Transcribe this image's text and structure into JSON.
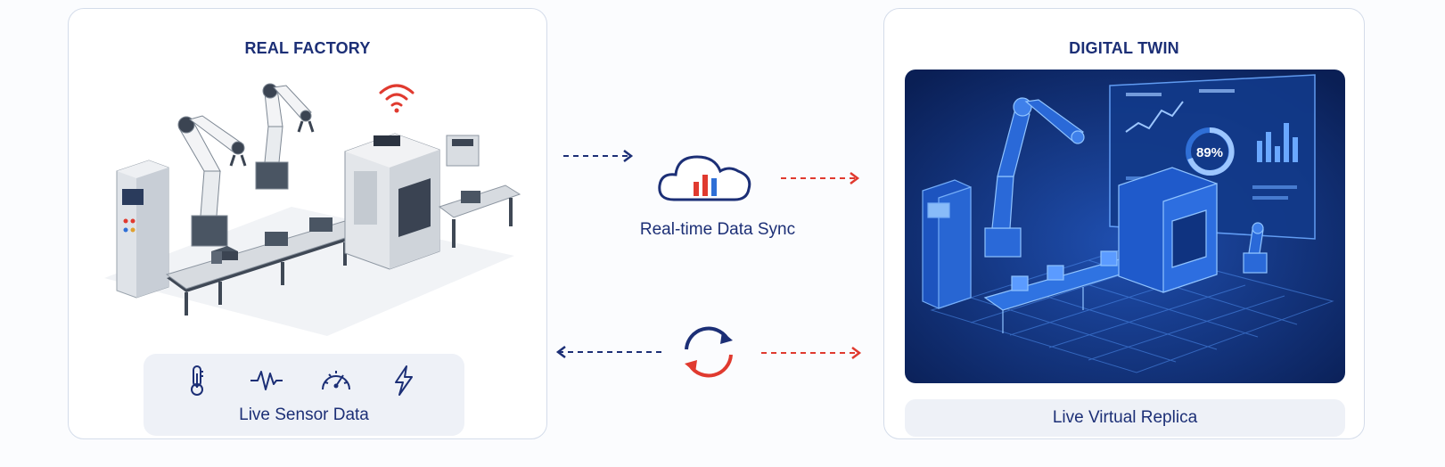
{
  "left_panel": {
    "title": "REAL FACTORY",
    "sensor_label": "Live Sensor Data",
    "sensor_icons": [
      "thermometer-icon",
      "pulse-icon",
      "gauge-icon",
      "lightning-icon"
    ]
  },
  "center": {
    "sync_label": "Real-time Data Sync",
    "icons": [
      "cloud-chart-icon",
      "sync-arrows-icon"
    ]
  },
  "right_panel": {
    "title": "DIGITAL TWIN",
    "replica_label": "Live Virtual Replica",
    "dashboard_value": "89%"
  },
  "colors": {
    "navy": "#1c2f76",
    "accent_red": "#e03a2f",
    "accent_blue": "#2f6fd6",
    "twin_bg": "#0c2a6a"
  }
}
